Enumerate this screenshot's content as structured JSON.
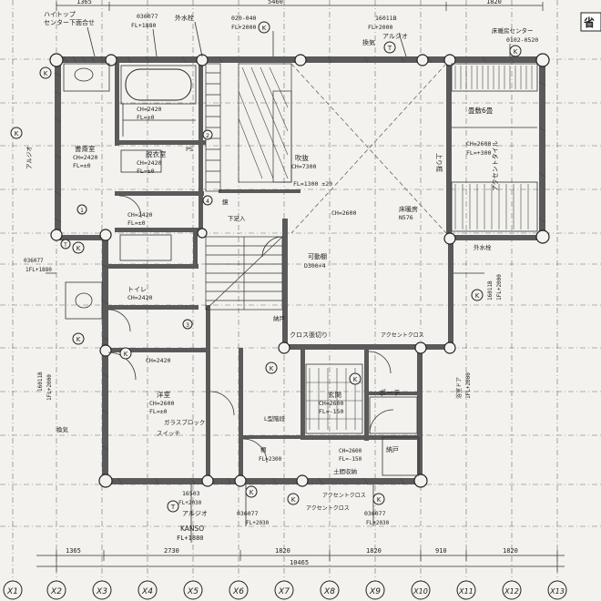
{
  "top_dims": [
    "1365",
    "5460",
    "1820"
  ],
  "bottom_dims": [
    "1365",
    "2730",
    "1820",
    "1820",
    "910",
    "1820"
  ],
  "bottom_total": "10465",
  "grid_labels": [
    "X1",
    "X2",
    "X3",
    "X4",
    "X5",
    "X6",
    "X7",
    "X8",
    "X9",
    "X10",
    "X11",
    "X12",
    "X13"
  ],
  "corner_mark": "省",
  "top_notes": {
    "cap": "ハイトップ",
    "center": "センター下面合せ",
    "win1": "036077",
    "win1_fl": "FL+1880",
    "outdoor_water": "外水栓",
    "win2": "020-040",
    "win2_fl": "FL+2000",
    "win3": "16011B",
    "win3_fl": "FL+2000",
    "alusio1": "アルジオ",
    "hood": "換気",
    "shelf_center": "床暖房センター",
    "shelf_code": "0102-0520"
  },
  "rooms": {
    "study": "書斎室",
    "study_ch": "CH=2420",
    "study_fl": "FL=±0",
    "bath_ch": "CH=2420",
    "bath_fl": "FL=±0",
    "washroom": "脱衣室",
    "washroom_ch": "CH=2420",
    "washroom_fl": "FL=±0",
    "toilet": "トイレ",
    "toilet_ch": "CH=2420",
    "hall_ch": "CH=2420",
    "hall_fl": "FL=±0",
    "western_label": "洋室",
    "western_ch": "CH=2600",
    "western_fl": "FL=±0",
    "loft": "吹抜",
    "loft_ch": "CH=7300",
    "loft_fl": "FL=1300 ±20",
    "ldk_ch": "CH=2600",
    "tatami_label": "畳敷6畳",
    "tatami_ch": "CH=2600",
    "tatami_fl": "FL=+300",
    "entrance": "玄関",
    "entrance_ch": "CH=2600",
    "entrance_fl": "FL=-150",
    "porch": "ポーチ",
    "closet": "納戸",
    "closet_ch": "CH=2600",
    "closet_fl": "FL=-150",
    "shoes": "土間収納",
    "garden_stair": "上り框"
  },
  "notes": {
    "pipe_space": "PS",
    "shoe_box": "下足入",
    "sliding": "可動棚",
    "sliding_dim": "D300×4",
    "floor_heat": "床暖房",
    "floor_heat_code": "N576",
    "mirror": "鏡",
    "walk_in": "納戸",
    "cross": "クロス張切り",
    "accent": "アクセントクロス",
    "accent_tile": "アクセントタイル",
    "outdoor_water2": "外水栓",
    "ch_2420": "CH=2420",
    "glass_block": "ガラスブロック",
    "stair_label": "L型階段",
    "shelf": "棚",
    "shelf_dim": "FL=2300",
    "alusio_left": "アルジオ",
    "win_left": "036077",
    "win_left_fl": "1FL+1880",
    "win_left2": "16011B",
    "win_left2_fl": "1FL+2000",
    "win_right": "16011B",
    "win_right_fl": "1FL+2000",
    "hood_left": "換気",
    "switch": "スイッチ",
    "door_right": "浴室ドア",
    "door_right_fl": "1FL+2000"
  },
  "bottom_notes": {
    "win_a": "16503",
    "win_a_fl": "FL+2030",
    "alusio": "アルジオ",
    "kanso": "KANSO",
    "kanso_fl": "FL+1880",
    "win_b": "036077",
    "win_b_fl": "FL+2030",
    "win_c": "036077",
    "win_c_fl": "FL+2030",
    "accent_b": "アクセントクロス",
    "accent_c": "アクセントクロス"
  }
}
